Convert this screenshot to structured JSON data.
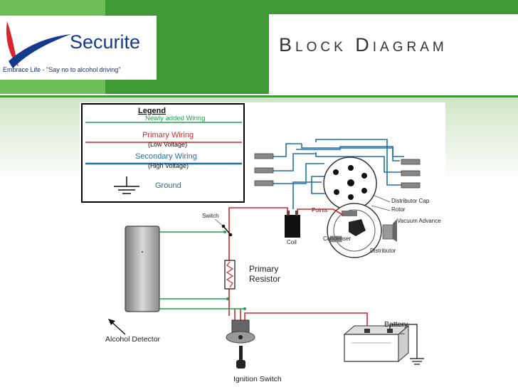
{
  "header": {
    "logo_name": "Securite",
    "tagline": "Embrace Life - \"Say no to alcohol driving\"",
    "title": "Block Diagram"
  },
  "legend": {
    "title": "Legend",
    "green_label": "Newly added Wiring",
    "red_label": "Primary Wiring",
    "red_sub": "(Low Voltage)",
    "blue_label": "Secondary Wiring",
    "blue_sub": "(High Voltage)",
    "ground_label": "Ground"
  },
  "labels": {
    "switch": "Switch",
    "coil": "Coil",
    "points": "Points",
    "condenser": "Condenser",
    "distributor_cap": "Distributor Cap",
    "rotor": "Rotor",
    "vacuum_advance": "Vacuum Advance",
    "distributor": "Distributor",
    "primary_resistor_1": "Primary",
    "primary_resistor_2": "Resistor",
    "alcohol_detector": "Alcohol Detector",
    "battery": "Battery",
    "battery_minus": "–",
    "ignition_switch": "Ignition Switch"
  },
  "colors": {
    "header_green": "#3f9a35",
    "new_wiring": "#1aa34a",
    "primary_wiring": "#d42a2a",
    "secondary_wiring": "#1f6fa8",
    "logo_blue": "#143a8c"
  }
}
